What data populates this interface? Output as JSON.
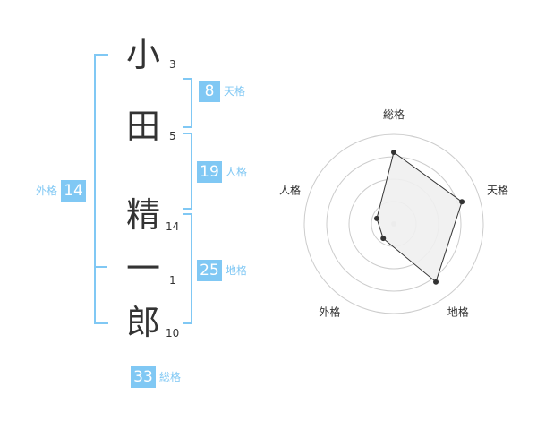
{
  "name": {
    "characters": [
      {
        "char": "小",
        "strokes": "3"
      },
      {
        "char": "田",
        "strokes": "5"
      },
      {
        "char": "精",
        "strokes": "14"
      },
      {
        "char": "一",
        "strokes": "1"
      },
      {
        "char": "郎",
        "strokes": "10"
      }
    ]
  },
  "fortunes": {
    "tenkaku": {
      "value": "8",
      "label": "天格"
    },
    "jinkaku": {
      "value": "19",
      "label": "人格"
    },
    "chikaku": {
      "value": "25",
      "label": "地格"
    },
    "gaikaku": {
      "value": "14",
      "label": "外格"
    },
    "soukaku": {
      "value": "33",
      "label": "総格"
    }
  },
  "colors": {
    "accent": "#80c8f4",
    "text": "#333333",
    "grid": "#cccccc",
    "polygon_fill": "#f0f0f0",
    "polygon_stroke": "#333333"
  },
  "chart_data": {
    "type": "radar",
    "axes": [
      "総格",
      "天格",
      "地格",
      "外格",
      "人格"
    ],
    "values": [
      4,
      4,
      4,
      1,
      1
    ],
    "max": 5,
    "rings": 4
  }
}
